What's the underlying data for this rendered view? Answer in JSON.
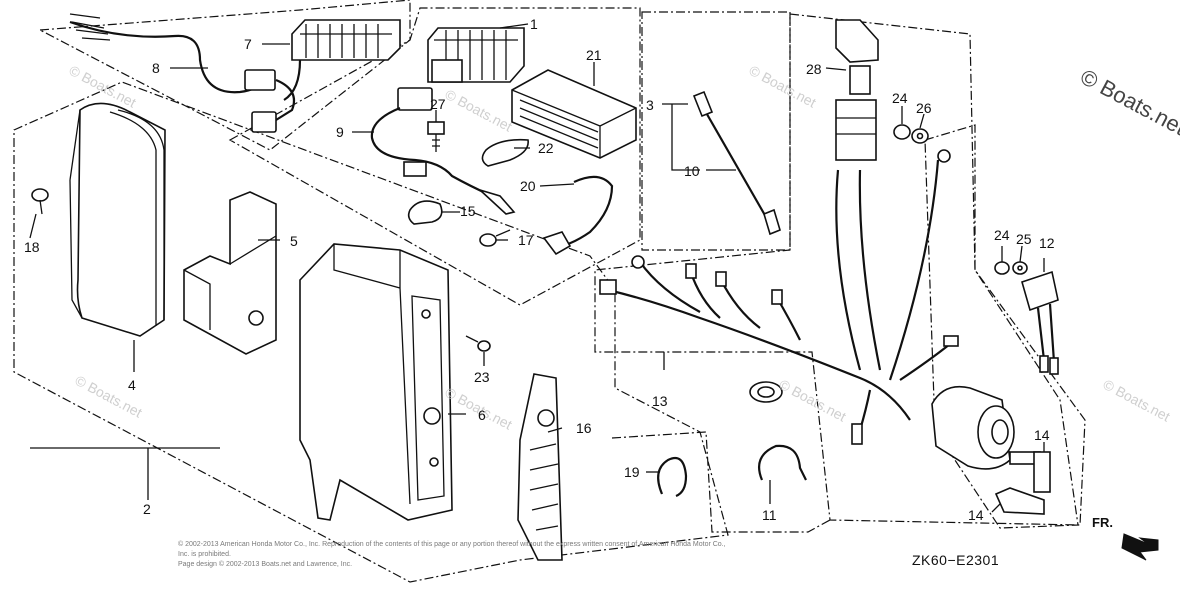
{
  "diagram": {
    "code": "ZK60−E2301",
    "direction_label": "FR.",
    "watermark": "© Boats.net",
    "copyright_lines": [
      "© 2002-2013 American Honda Motor Co., Inc. Reproduction of the contents of this page or any portion thereof without the express written consent of American Honda Motor Co., Inc. is prohibited.",
      "Page design © 2002-2013 Boats.net and Lawrence, Inc."
    ],
    "callouts": {
      "c1": "1",
      "c2": "2",
      "c3": "3",
      "c4": "4",
      "c5": "5",
      "c6": "6",
      "c7": "7",
      "c8": "8",
      "c9": "9",
      "c10": "10",
      "c11": "11",
      "c12": "12",
      "c13": "13",
      "c14a": "14",
      "c14b": "14",
      "c15": "15",
      "c16": "16",
      "c17": "17",
      "c18": "18",
      "c19": "19",
      "c20": "20",
      "c21": "21",
      "c22": "22",
      "c23": "23",
      "c24a": "24",
      "c24b": "24",
      "c25": "25",
      "c26": "26",
      "c27": "27",
      "c28": "28"
    }
  }
}
